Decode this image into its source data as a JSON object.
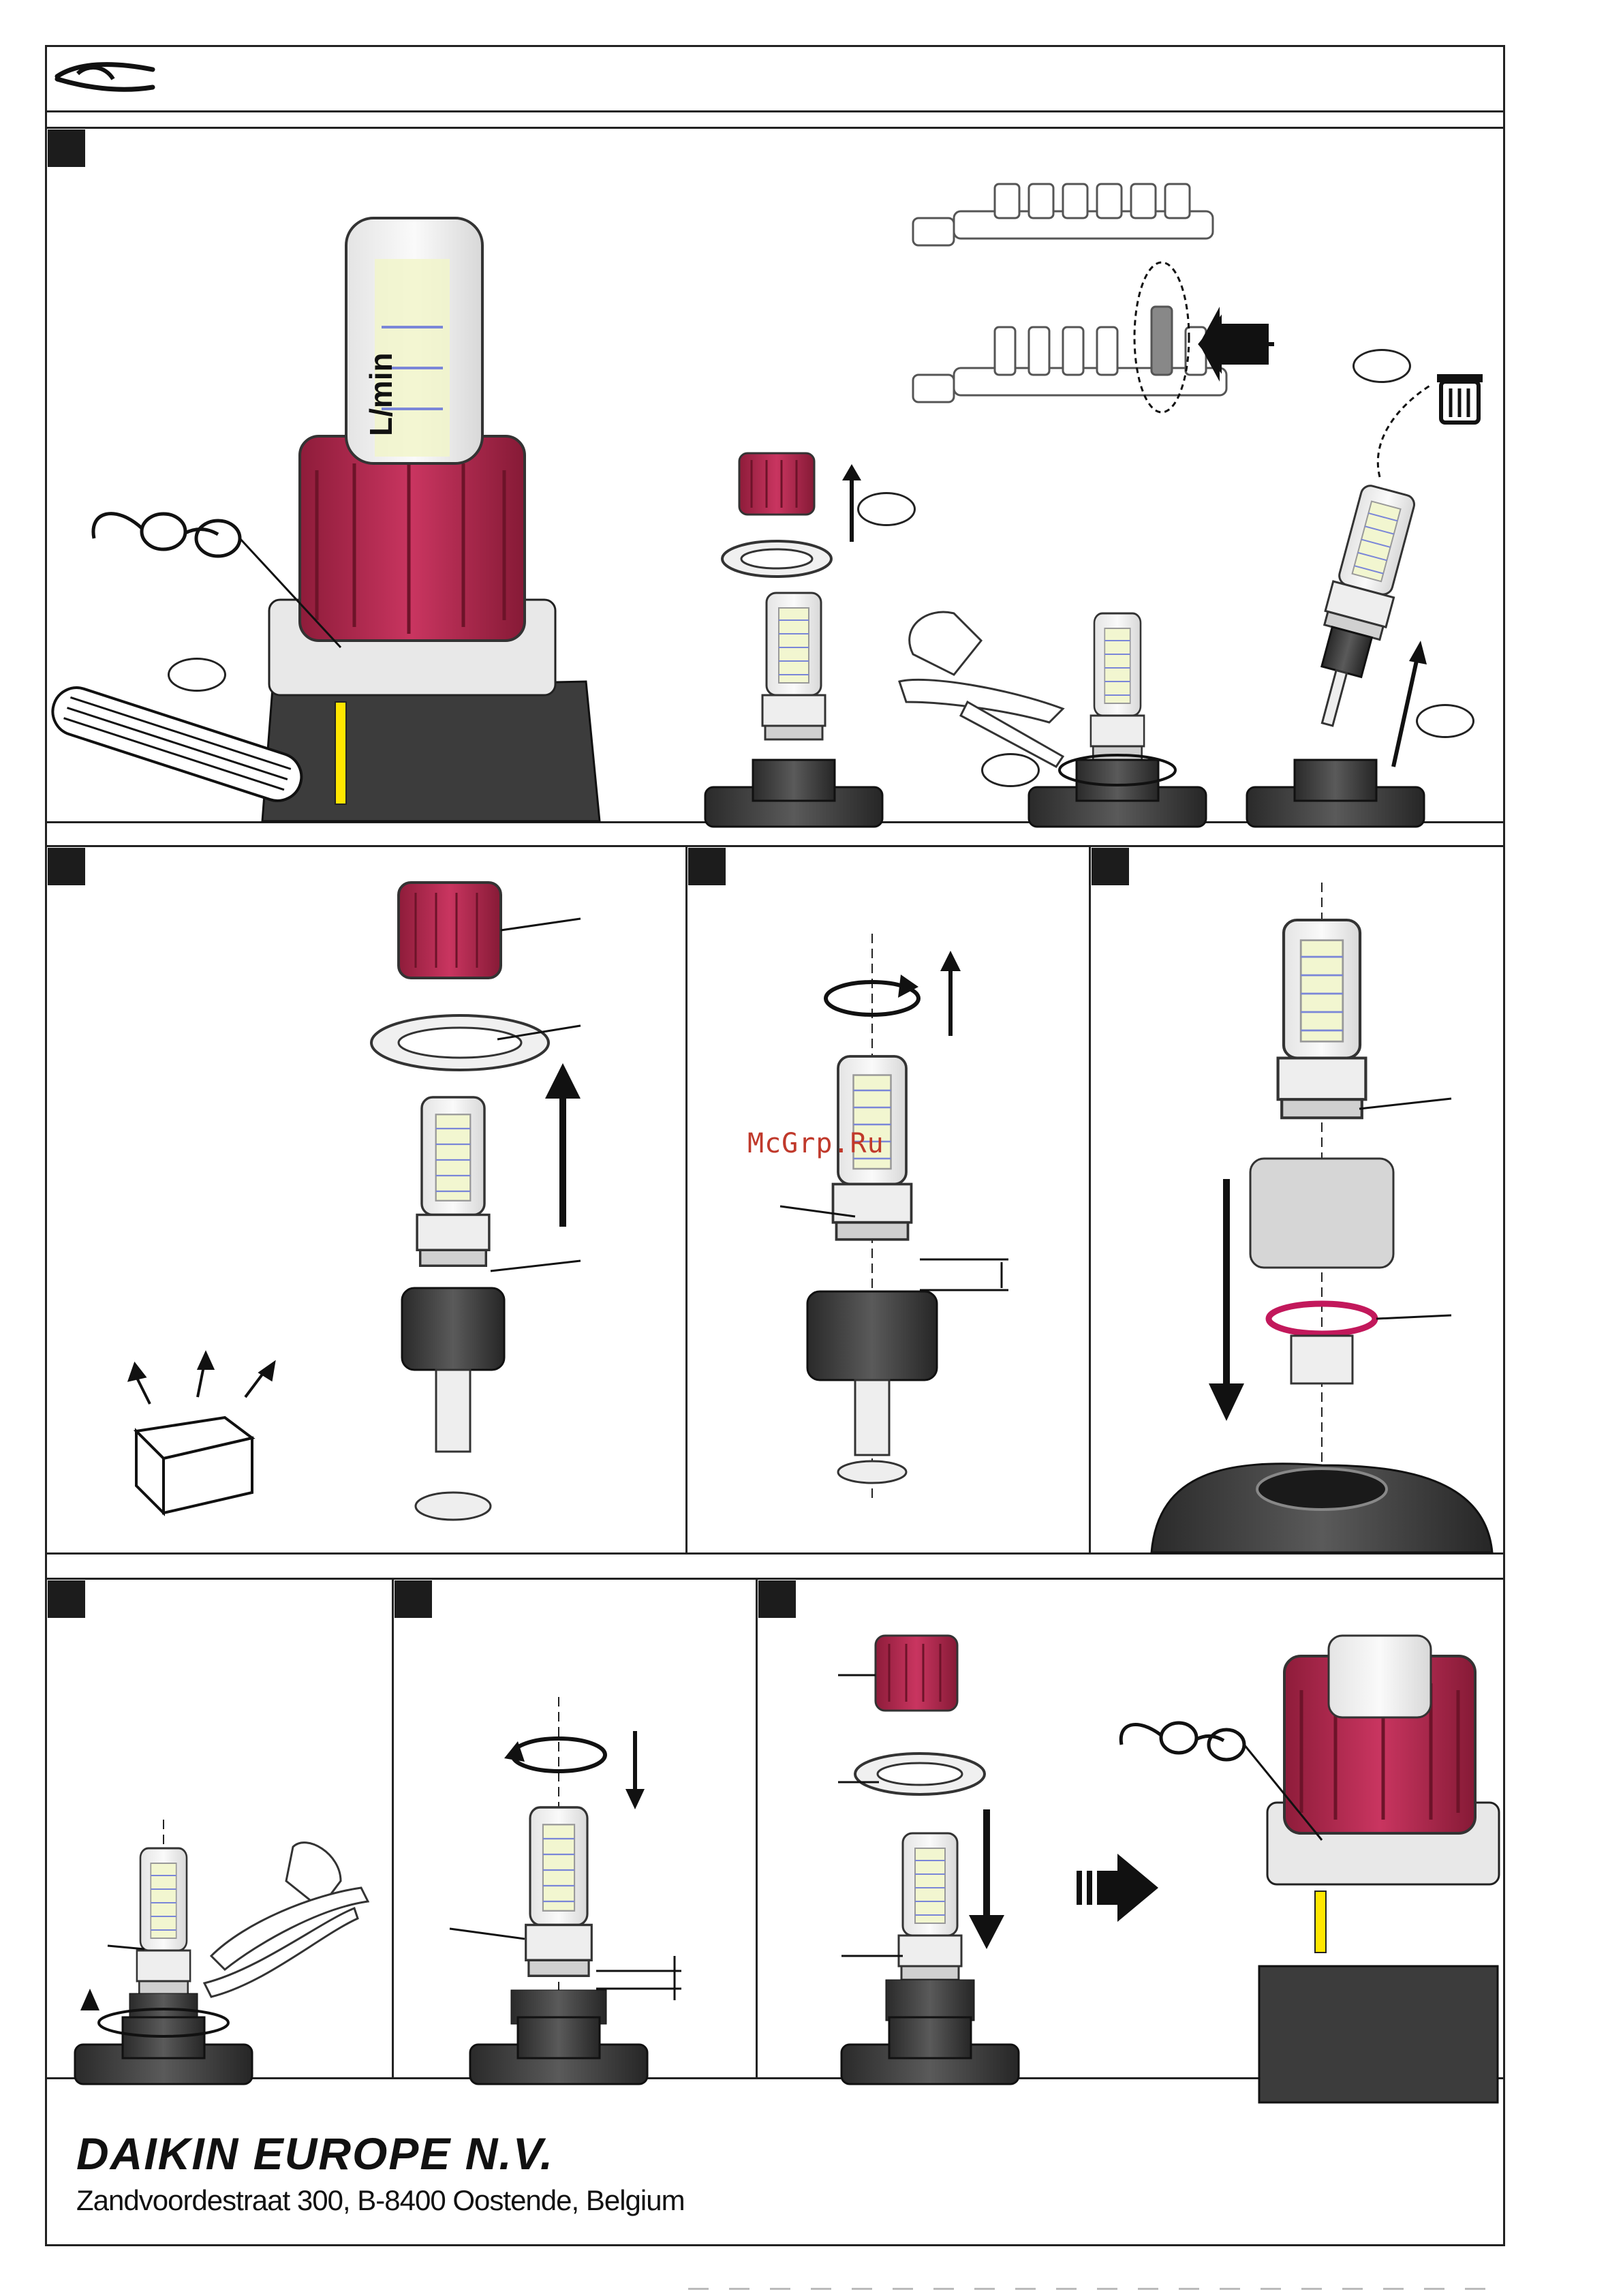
{
  "watermark": "McGrp.Ru",
  "footer": {
    "company": "DAIKIN EUROPE N.V.",
    "address": "Zandvoordestraat 300, B-8400 Oostende, Belgium"
  },
  "icons": [
    "pliers-icon",
    "glasses-icon",
    "trash-icon",
    "box-icon",
    "direction-arrow-icon",
    "rotation-arrow-icon"
  ],
  "colors": {
    "cap": "#b3264a",
    "highlight": "#ffe600",
    "oring": "#c2185b",
    "line": "#222222"
  }
}
